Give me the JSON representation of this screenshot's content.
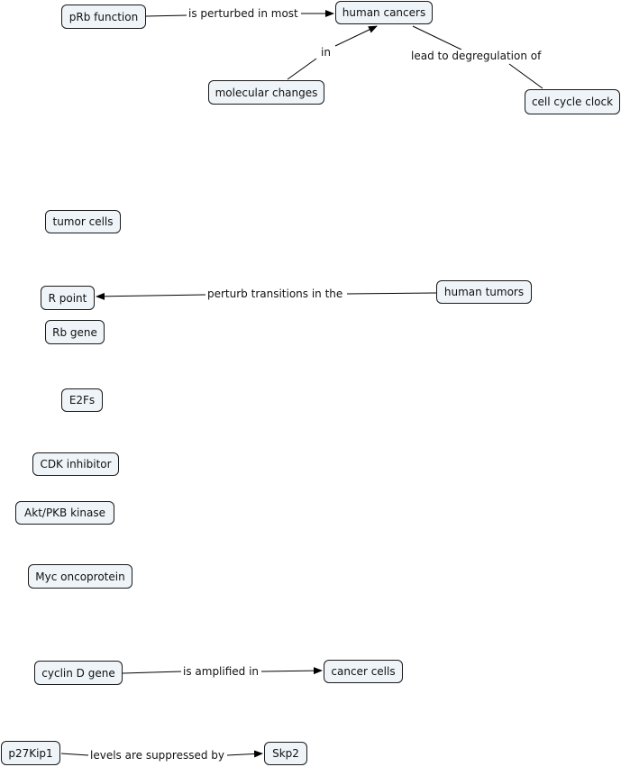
{
  "nodes": {
    "prb_function": "pRb function",
    "human_cancers": "human cancers",
    "molecular_changes": "molecular changes",
    "cell_cycle_clock": "cell cycle clock",
    "tumor_cells": "tumor cells",
    "r_point": "R point",
    "human_tumors": "human tumors",
    "rb_gene": "Rb gene",
    "e2fs": "E2Fs",
    "cdk_inhibitor": "CDK inhibitor",
    "akt_pkb_kinase": "Akt/PKB kinase",
    "myc_oncoprotein": "Myc oncoprotein",
    "cyclin_d_gene": "cyclin D gene",
    "cancer_cells": "cancer cells",
    "p27kip1": "p27Kip1",
    "skp2": "Skp2"
  },
  "links": {
    "is_perturbed_in_most": "is perturbed in most",
    "in": "in",
    "lead_to_degregulation_of": "lead to degregulation of",
    "perturb_transitions_in_the": "perturb transitions in the",
    "is_amplified_in": "is amplified in",
    "levels_are_suppressed_by": "levels are suppressed by"
  }
}
